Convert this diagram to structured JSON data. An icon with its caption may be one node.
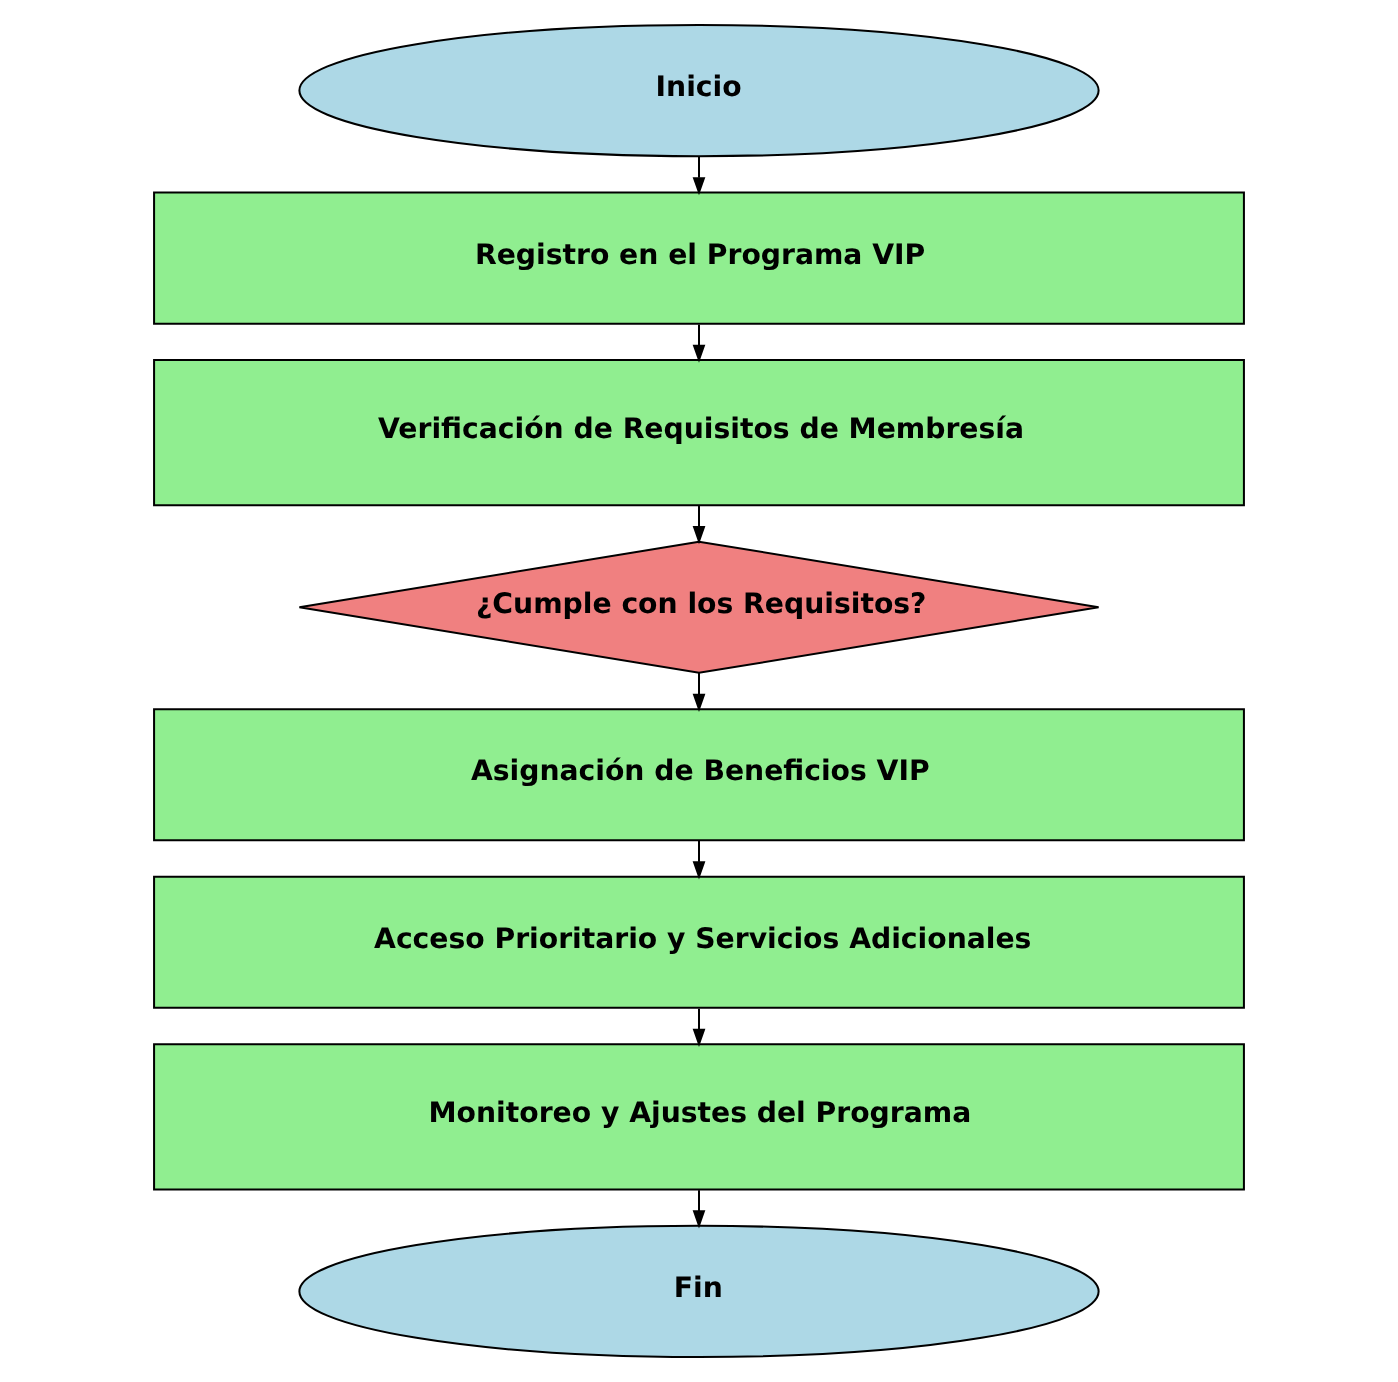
{
  "diagram": {
    "nodes": [
      {
        "text": [
          "Inicio"
        ]
      },
      {
        "text": [
          "Registro en el Programa VIP"
        ]
      },
      {
        "text": [
          "Verificación de Requisitos de Membresía"
        ]
      },
      {
        "text": [
          "¿Cumple con los Requisitos?"
        ]
      },
      {
        "text": [
          "Asignación de Beneficios VIP"
        ]
      },
      {
        "text": [
          "Acceso Prioritario y Servicios Adicionales"
        ]
      },
      {
        "text": [
          "Monitoreo y Ajustes del Programa"
        ]
      },
      {
        "text": [
          "Fin"
        ]
      }
    ],
    "edges": [
      {
        "from": 0,
        "to": 1,
        "arrow": "to"
      },
      {
        "from": 1,
        "to": 2,
        "arrow": "to"
      },
      {
        "from": 2,
        "to": 3,
        "arrow": "to"
      },
      {
        "from": 3,
        "to": 4,
        "arrow": "to"
      },
      {
        "from": 4,
        "to": 5,
        "arrow": "to"
      },
      {
        "from": 5,
        "to": 6,
        "arrow": "to"
      },
      {
        "from": 6,
        "to": 7,
        "arrow": "to"
      }
    ]
  }
}
